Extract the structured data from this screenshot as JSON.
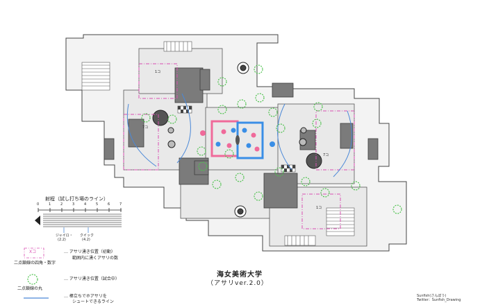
{
  "map": {
    "title": "海女美術大学",
    "subtitle": "（アサリver.2.0）",
    "colors": {
      "pink_team": "#f06a9a",
      "blue_team": "#3a8ee6",
      "green_circle": "#4ec24e",
      "magenta_dash": "#d94fb2",
      "shoot_line": "#4a88d8",
      "wall": "#7b7b7b",
      "floor": "#ececec"
    },
    "room_label": "1コ",
    "small_label": "7コ"
  },
  "legend": {
    "range_title": "射程（試し打ち場のライン）",
    "range_ticks": [
      "0",
      "1",
      "2",
      "3",
      "4",
      "5",
      "6",
      "7"
    ],
    "range_marks": [
      "ジャイロ・",
      "クイック"
    ],
    "range_marks_sub": [
      "(2.2)",
      "(4.2)"
    ],
    "box_symbol": "Xコ",
    "box_caption": "二点鎖線の四角・数字",
    "box_desc_1": "アサリ湧き位置（初動）",
    "box_desc_2": "範囲内に湧くアサリの数",
    "circle_caption": "二点鎖線の丸",
    "circle_desc": "アサリ湧き位置（試合中）",
    "line_desc_1": "棒立ちでホアサリを",
    "line_desc_2": "シュートできるライン"
  },
  "credit": {
    "line1": "Sunfish(さんぼう)",
    "line2": "Twitter：Sunfish_Drawing"
  }
}
